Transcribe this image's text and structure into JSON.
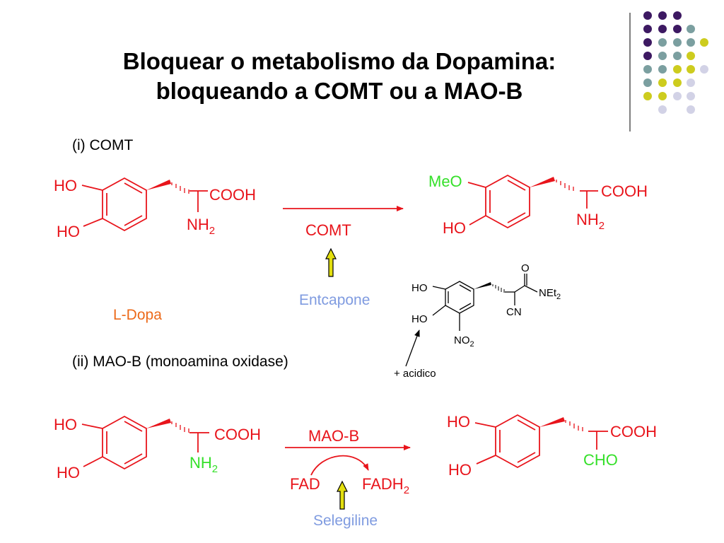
{
  "title": {
    "line1": "Bloquear o metabolismo da Dopamina:",
    "line2": "bloqueando a COMT ou a MAO-B"
  },
  "colors": {
    "red": "#e8141b",
    "green": "#35e02a",
    "orange": "#ec6a1a",
    "blue": "#7f9be0",
    "olive": "#e3df0e",
    "black": "#000000",
    "dots": [
      "#3d1962",
      "#7b9fa0",
      "#cdcc1e",
      "#d2d2e6"
    ]
  },
  "section_comt": {
    "heading": "(i) COMT",
    "ldopa": {
      "ho_top": "HO",
      "ho_bottom": "HO",
      "acid": "COOH",
      "amine": "NH",
      "amine_sub": "2",
      "name": "L-Dopa"
    },
    "arrow_label": "COMT",
    "product": {
      "meo": "MeO",
      "ho": "HO",
      "acid": "COOH",
      "amine": "NH",
      "amine_sub": "2"
    },
    "inhibitor": "Entcapone",
    "entacapone_structure": {
      "ho_top": "HO",
      "ho_bottom": "HO",
      "nitro": "NO",
      "nitro_sub": "2",
      "carbonyl_o": "O",
      "amide": "NEt",
      "amide_sub": "2",
      "nitrile": "CN",
      "note": "+ acidico"
    }
  },
  "section_maob": {
    "heading": "(ii) MAO-B (monoamina oxidase)",
    "substrate": {
      "ho_top": "HO",
      "ho_bottom": "HO",
      "acid": "COOH",
      "amine": "NH",
      "amine_sub": "2"
    },
    "arrow_label": "MAO-B",
    "cofactor_in": "FAD",
    "cofactor_out": "FADH",
    "cofactor_out_sub": "2",
    "product": {
      "ho_top": "HO",
      "ho_bottom": "HO",
      "acid": "COOH",
      "aldehyde": "CHO"
    },
    "inhibitor": "Selegiline"
  }
}
